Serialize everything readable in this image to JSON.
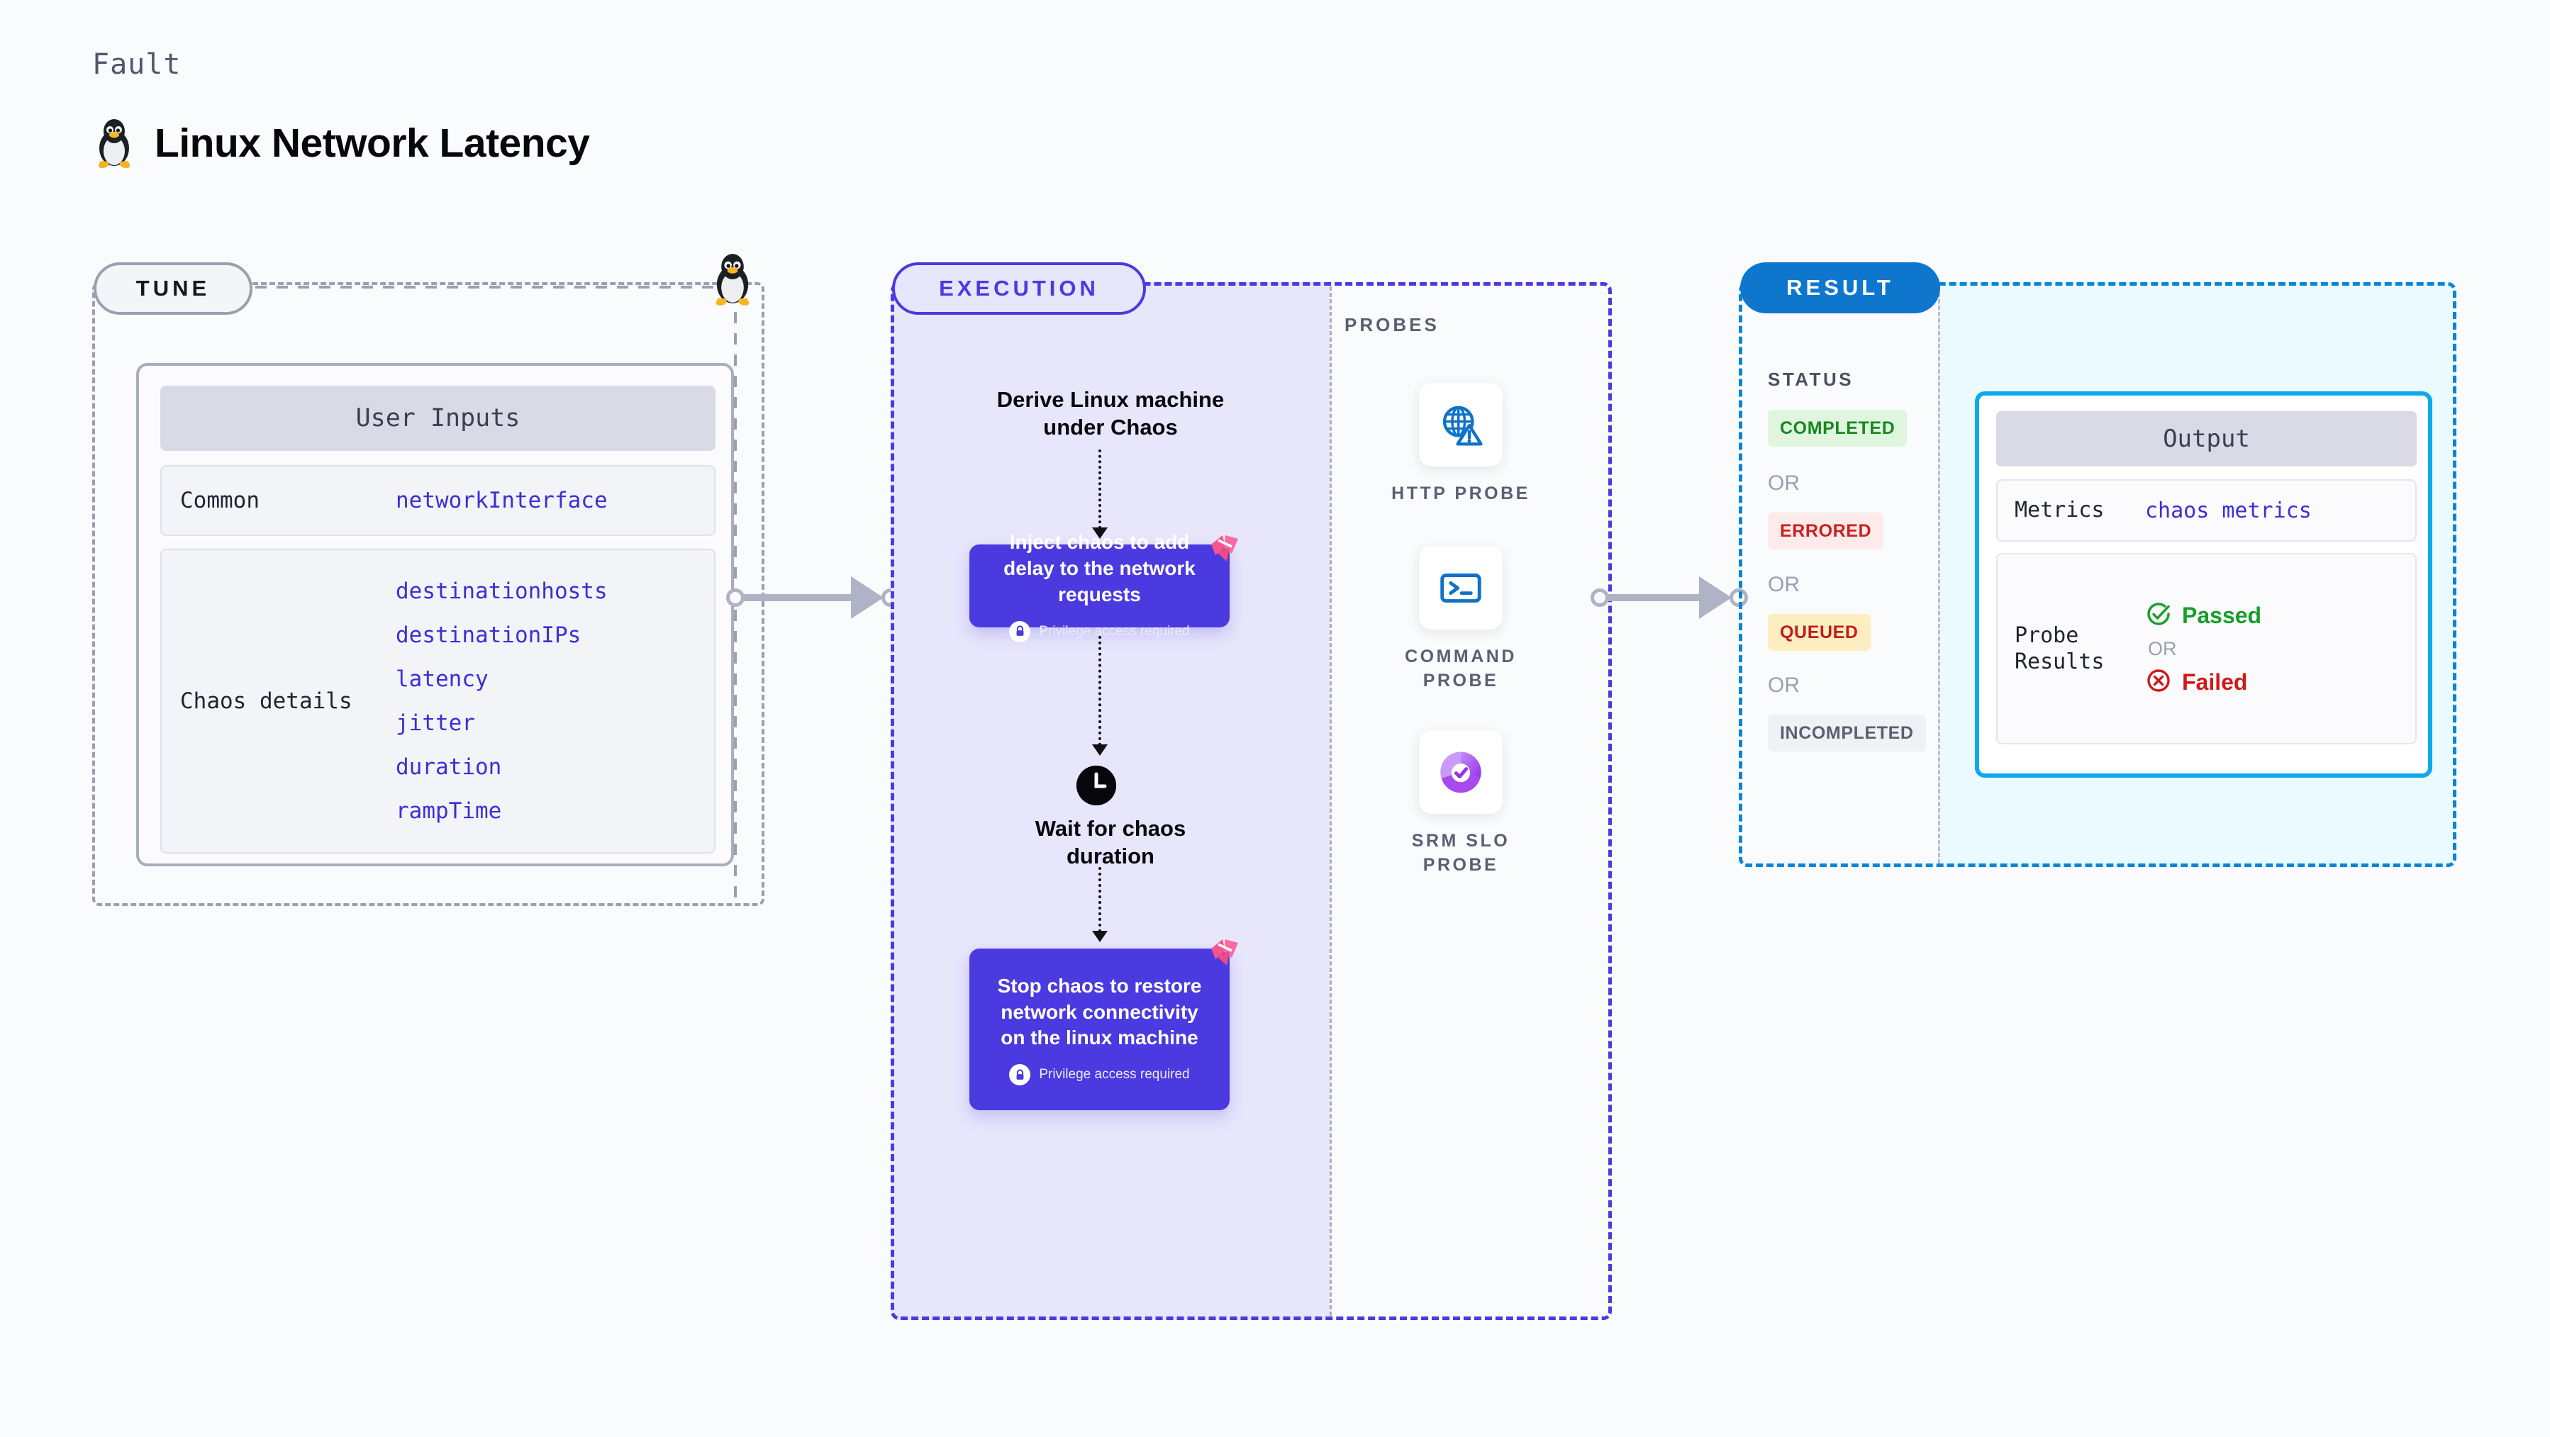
{
  "header": {
    "kicker": "Fault",
    "title": "Linux Network Latency",
    "icon": "linux-tux-icon"
  },
  "sections": {
    "tune": {
      "pill_label": "TUNE"
    },
    "execution": {
      "pill_label": "EXECUTION"
    },
    "probes": {
      "label": "PROBES"
    },
    "result": {
      "pill_label": "RESULT"
    }
  },
  "tune": {
    "card_title": "User Inputs",
    "rows": [
      {
        "label": "Common",
        "values": [
          "networkInterface"
        ]
      },
      {
        "label": "Chaos details",
        "values": [
          "destinationhosts",
          "destinationIPs",
          "latency",
          "jitter",
          "duration",
          "rampTime"
        ]
      }
    ]
  },
  "execution": {
    "steps": [
      {
        "type": "title",
        "text": "Derive Linux machine under Chaos"
      },
      {
        "type": "box",
        "text": "Inject chaos to add delay to the network requests",
        "badge": "Privilege access required",
        "badge_icon": "lock-icon",
        "corner_icon": "harness-chaos-icon"
      },
      {
        "type": "title",
        "text": "Wait for chaos duration",
        "icon": "clock-icon"
      },
      {
        "type": "box",
        "text": "Stop chaos to restore network connectivity on the linux machine",
        "badge": "Privilege access required",
        "badge_icon": "lock-icon",
        "corner_icon": "harness-chaos-icon"
      }
    ]
  },
  "probes": {
    "items": [
      {
        "name": "HTTP PROBE",
        "icon": "globe-warning-icon"
      },
      {
        "name": "COMMAND PROBE",
        "icon": "terminal-icon"
      },
      {
        "name": "SRM SLO PROBE",
        "icon": "slo-donut-check-icon"
      }
    ]
  },
  "result": {
    "status_label": "STATUS",
    "or_label": "OR",
    "statuses": [
      {
        "label": "COMPLETED",
        "bg": "#dff5dd",
        "fg": "#17881f"
      },
      {
        "label": "ERRORED",
        "bg": "#fdeaea",
        "fg": "#cc1f1f"
      },
      {
        "label": "QUEUED",
        "bg": "#fdeec2",
        "fg": "#c21c1c"
      },
      {
        "label": "INCOMPLETED",
        "bg": "#f0f1f5",
        "fg": "#5a6072"
      }
    ],
    "output": {
      "title": "Output",
      "metrics_label": "Metrics",
      "metrics_value": "chaos metrics",
      "probe_results_label": "Probe Results",
      "passed_label": "Passed",
      "failed_label": "Failed",
      "or_label": "OR",
      "passed_icon": "check-circle-icon",
      "failed_icon": "x-circle-icon"
    }
  },
  "colors": {
    "execution_purple": "#4a3ae0",
    "execution_fill": "#e7e6fb",
    "result_blue": "#0a84d8",
    "result_fill": "#eafaff",
    "output_border": "#0fa8e8",
    "mono_value_blue": "#3b2fd6",
    "connector_gray": "#aeb3c6"
  }
}
